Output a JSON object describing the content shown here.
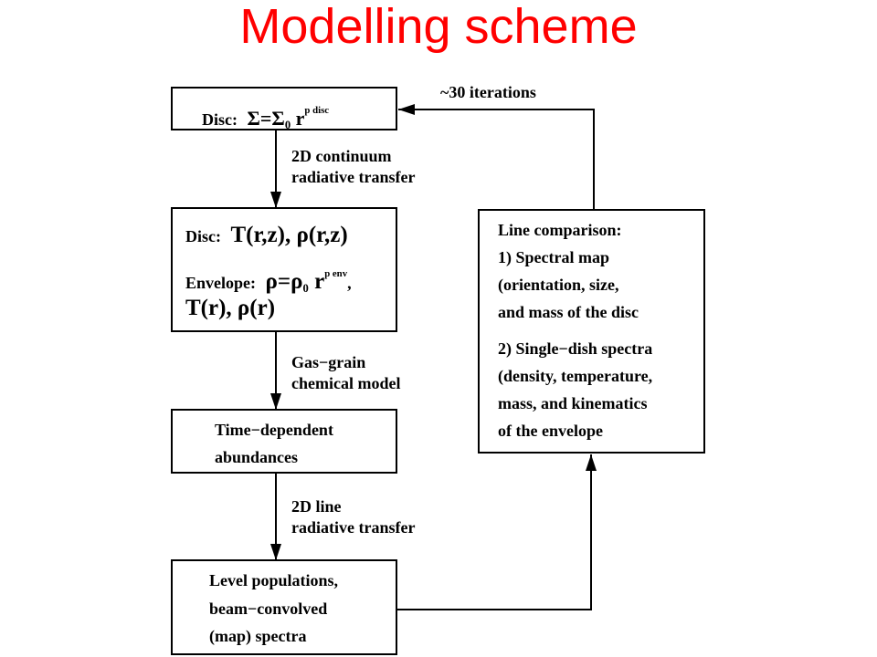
{
  "title": "Modelling scheme",
  "boxes": {
    "disc_input": {
      "label": "Disc:",
      "sym_sigma": "Σ=Σ",
      "sub0": "0",
      "r": " r",
      "sup": "p disc"
    },
    "structure": {
      "disc_label": "Disc:",
      "disc_formula": "T(r,z), ρ(r,z)",
      "env_label": "Envelope:",
      "env_rho": "ρ=ρ",
      "env_sub": "0",
      "env_r": " r",
      "env_sup": "p env",
      "env_comma": ",",
      "env_t": "T(r), ρ(r)"
    },
    "abundances": {
      "line1": "Time−dependent",
      "line2": "abundances"
    },
    "populations": {
      "line1": "Level populations,",
      "line2": "beam−convolved",
      "line3": "(map) spectra"
    },
    "comparison": {
      "line1": "Line comparison:",
      "line2": "1) Spectral map",
      "line3": "(orientation, size,",
      "line4": "and mass of the disc",
      "line5": "2) Single−dish spectra",
      "line6": "(density, temperature,",
      "line7": "mass, and kinematics",
      "line8": "of the envelope"
    }
  },
  "arrows": {
    "a1_line1": "2D continuum",
    "a1_line2": "radiative transfer",
    "a2_line1": "Gas−grain",
    "a2_line2": "chemical model",
    "a3_line1": "2D line",
    "a3_line2": "radiative transfer",
    "loop": "~30 iterations"
  }
}
